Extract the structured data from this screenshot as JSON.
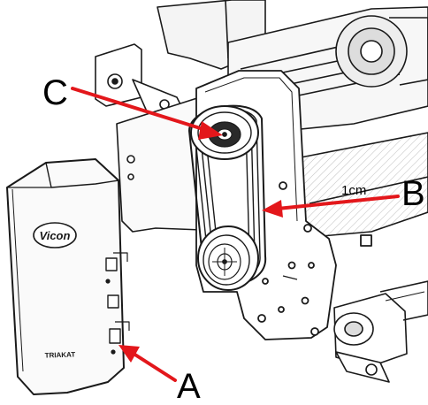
{
  "labels": {
    "a": "A",
    "b": "B",
    "c": "C",
    "measurement": "1cm",
    "guard_brand": "Vicon",
    "guard_text": "TRIAKAT"
  },
  "colors": {
    "arrow": "#e3171b",
    "line": "#1a1a1a",
    "background": "#ffffff"
  }
}
